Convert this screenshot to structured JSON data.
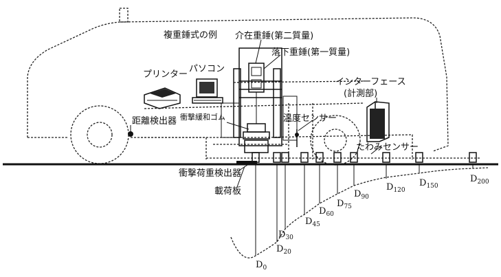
{
  "labels": {
    "title_example": "複重錘式の例",
    "intermediate_weight": "介在重錘(第二質量)",
    "falling_weight": "落下重錘(第一質量)",
    "printer": "プリンター",
    "pc": "パソコン",
    "interface": "インターフェース",
    "measuring_unit": "(計測部)",
    "distance_detector": "距離検出器",
    "shock_rubber": "衝撃緩和ゴム",
    "temperature_sensor": "温度センサー",
    "deflection_sensor": "たわみセンサー",
    "impact_load_detector": "衝撃荷重検出器",
    "loading_plate": "載荷板"
  },
  "deflection_labels": [
    {
      "main": "D",
      "sub": "0"
    },
    {
      "main": "D",
      "sub": "20"
    },
    {
      "main": "D",
      "sub": "30"
    },
    {
      "main": "D",
      "sub": "45"
    },
    {
      "main": "D",
      "sub": "60"
    },
    {
      "main": "D",
      "sub": "75"
    },
    {
      "main": "D",
      "sub": "90"
    },
    {
      "main": "D",
      "sub": "120"
    },
    {
      "main": "D",
      "sub": "150"
    },
    {
      "main": "D",
      "sub": "200"
    }
  ]
}
